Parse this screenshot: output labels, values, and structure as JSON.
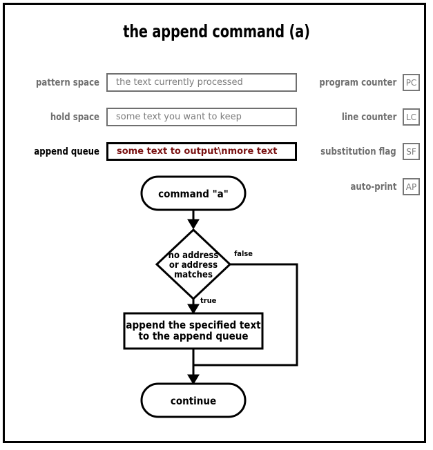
{
  "title": "the append command (a)",
  "registers": [
    {
      "label": "pattern space",
      "value": "the text currently processed",
      "name": "pattern-space"
    },
    {
      "label": "hold space",
      "value": "some text you want to keep",
      "name": "hold-space"
    },
    {
      "label": "append queue",
      "value": "some text to output\\nmore text",
      "name": "append-queue"
    }
  ],
  "flags": [
    {
      "label": "program counter",
      "abbr": "PC"
    },
    {
      "label": "line counter",
      "abbr": "LC"
    },
    {
      "label": "substitution flag",
      "abbr": "SF"
    },
    {
      "label": "auto-print",
      "abbr": "AP"
    }
  ],
  "flowchart": {
    "start": "command \"a\"",
    "decision_line1": "no address",
    "decision_line2": "or address",
    "decision_line3": "matches",
    "edge_false": "false",
    "edge_true": "true",
    "process_line1": "append the specified text",
    "process_line2": "to the append queue",
    "end": "continue"
  },
  "colors": {
    "accent_text": "#7b1212",
    "label_gray": "#6f6f6f",
    "value_gray": "#7c7c7c",
    "stroke": "#000000",
    "background": "#ffffff"
  }
}
